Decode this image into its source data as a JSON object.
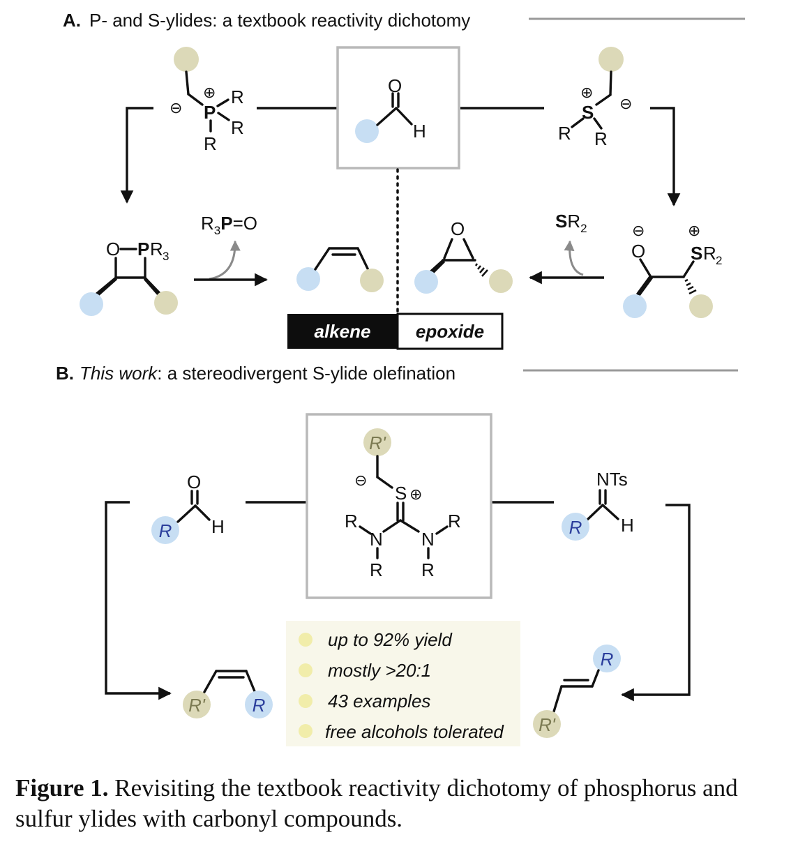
{
  "section_a": {
    "label": "A.",
    "title": "P- and S-ylides: a textbook reactivity dichotomy"
  },
  "section_b": {
    "label": "B.",
    "title_italic": "This work",
    "title_rest": ": a stereodivergent S-ylide olefination"
  },
  "outcomes": {
    "alkene": "alkene",
    "epoxide": "epoxide"
  },
  "byproducts": {
    "phosphine_oxide": "R₃P=O",
    "sulfide": "SR₂"
  },
  "features": [
    "up to 92% yield",
    "mostly >20:1",
    "43 examples",
    "free alcohols tolerated"
  ],
  "caption": {
    "label": "Figure 1.",
    "text": " Revisiting the textbook reactivity dichotomy of phosphorus and sulfur ylides with carbonyl compounds."
  },
  "colors": {
    "blue_node": "#c7def3",
    "olive_node": "#dcd9b8",
    "feature_box": "#f8f7ea",
    "feature_dot": "#f1edaa",
    "r_blue_text": "#2c3f9c",
    "r_olive_text": "#7b7a52"
  }
}
